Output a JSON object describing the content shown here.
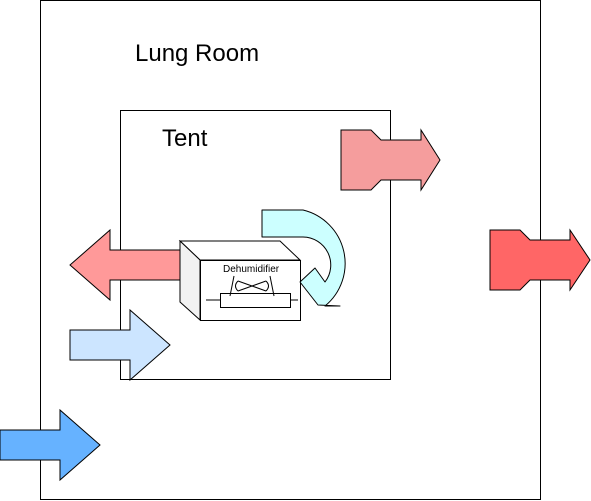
{
  "labels": {
    "room": "Lung Room",
    "tent": "Tent",
    "device": "Dehumidifier"
  },
  "colors": {
    "outline": "#000000",
    "background": "#ffffff",
    "room_exhaust": "#ff6666",
    "tent_exhaust": "#f59d9d",
    "dehumidifier_exhaust": "#ff9999",
    "room_intake": "#66b2ff",
    "tent_intake": "#cce5ff",
    "recirculation": "#ccffff"
  },
  "icons": {
    "device": "dehumidifier-box-icon",
    "fan": "fan-icon",
    "recirculation": "curved-return-arrow-icon"
  }
}
